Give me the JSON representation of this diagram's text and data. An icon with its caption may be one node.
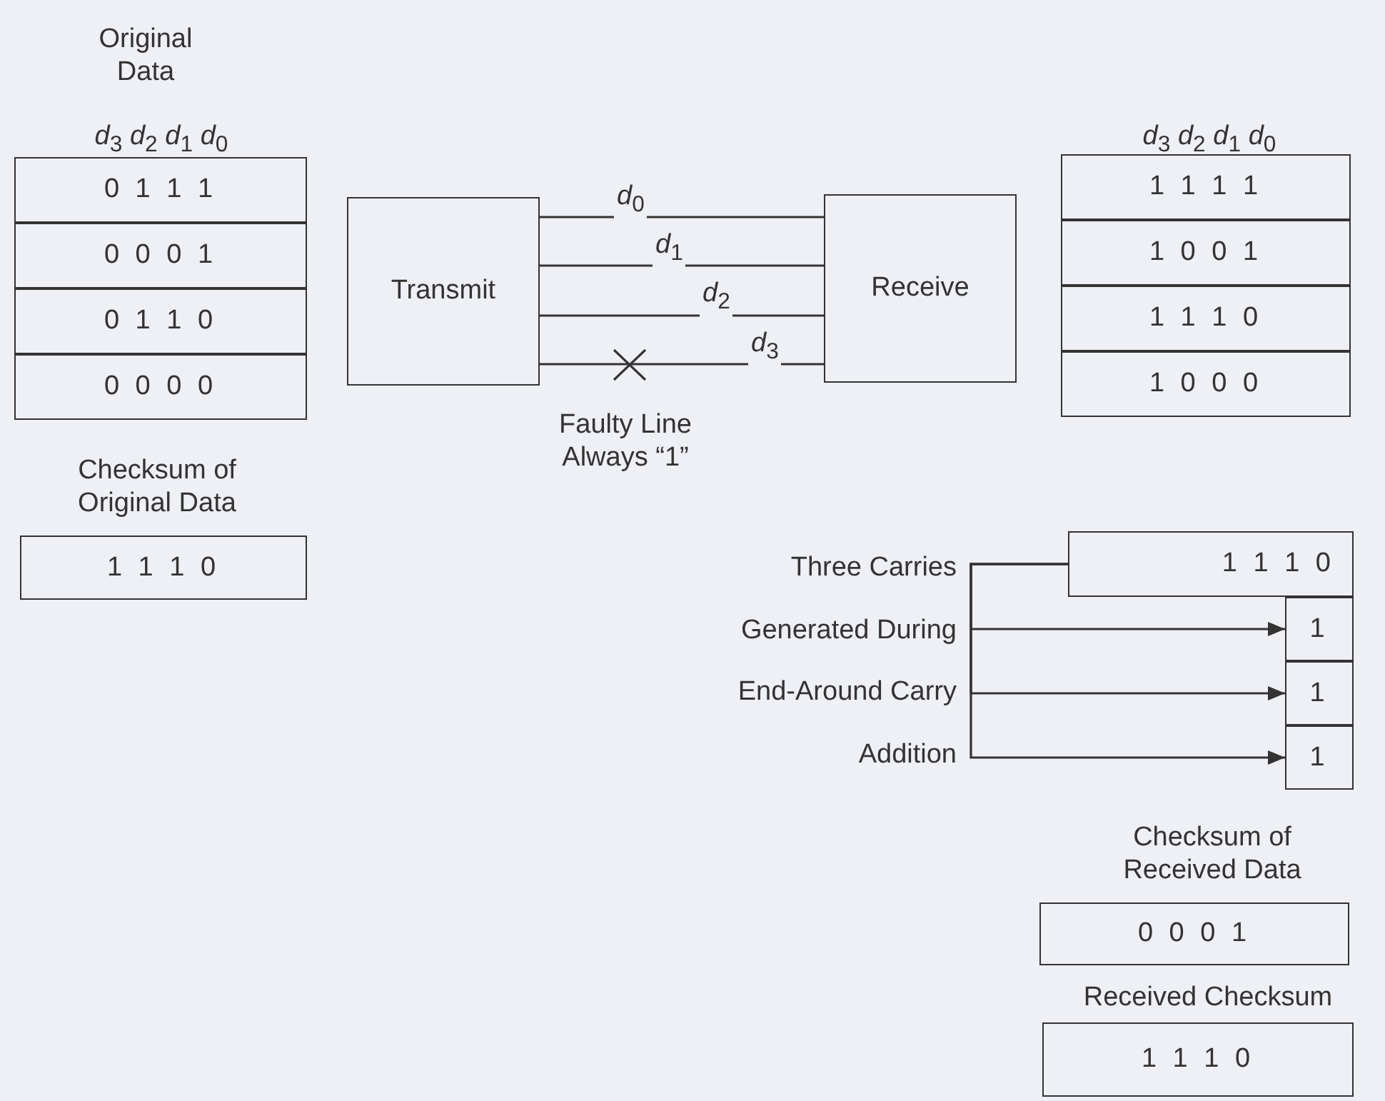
{
  "diagram": {
    "nodes": [
      {
        "text": [
          "0 1 1 1"
        ]
      },
      {
        "text": [
          "0 0 0 1"
        ]
      },
      {
        "text": [
          "0 1 1 0"
        ]
      },
      {
        "text": [
          "0 0 0 0"
        ]
      },
      {
        "text": [
          "Checksum of Original Data",
          "1 1 1 0"
        ]
      },
      {
        "text": [
          "Transmit"
        ]
      },
      {
        "text": [
          "Receive"
        ]
      },
      {
        "text": [
          "1 1 1 1"
        ]
      },
      {
        "text": [
          "1 0 0 1"
        ]
      },
      {
        "text": [
          "1 1 1 0"
        ]
      },
      {
        "text": [
          "1 0 0 0"
        ]
      },
      {
        "text": [
          "1 1 1 0"
        ]
      },
      {
        "text": [
          "1"
        ]
      },
      {
        "text": [
          "1"
        ]
      },
      {
        "text": [
          "1"
        ]
      },
      {
        "text": [
          "Checksum of Received Data",
          "0 0 0 1"
        ]
      },
      {
        "text": [
          "Received Checksum",
          "1 1 1 0"
        ]
      }
    ],
    "edges": [
      {
        "from": 5,
        "to": 6,
        "arrow": "none",
        "label": "*d*$_{0}$"
      },
      {
        "from": 5,
        "to": 6,
        "arrow": "none",
        "label": "*d*$_{1}$"
      },
      {
        "from": 5,
        "to": 6,
        "arrow": "none",
        "label": "*d*$_{2}$"
      },
      {
        "from": 5,
        "to": 6,
        "arrow": "none",
        "label": "*d*$_{3}$"
      },
      {
        "from": 11,
        "to": 12,
        "arrow": "to"
      },
      {
        "from": 11,
        "to": 13,
        "arrow": "to"
      },
      {
        "from": 11,
        "to": 14,
        "arrow": "to"
      }
    ],
    "labels": [
      "Original Data",
      "*d*$_{3}$ *d*$_{2}$ *d*$_{1}$ *d*$_{0}$",
      "*d*$_{3}$ *d*$_{2}$ *d*$_{1}$ *d*$_{0}$",
      "Faulty Line Always “1”",
      "Three Carries Generated During End-Around Carry Addition"
    ]
  }
}
